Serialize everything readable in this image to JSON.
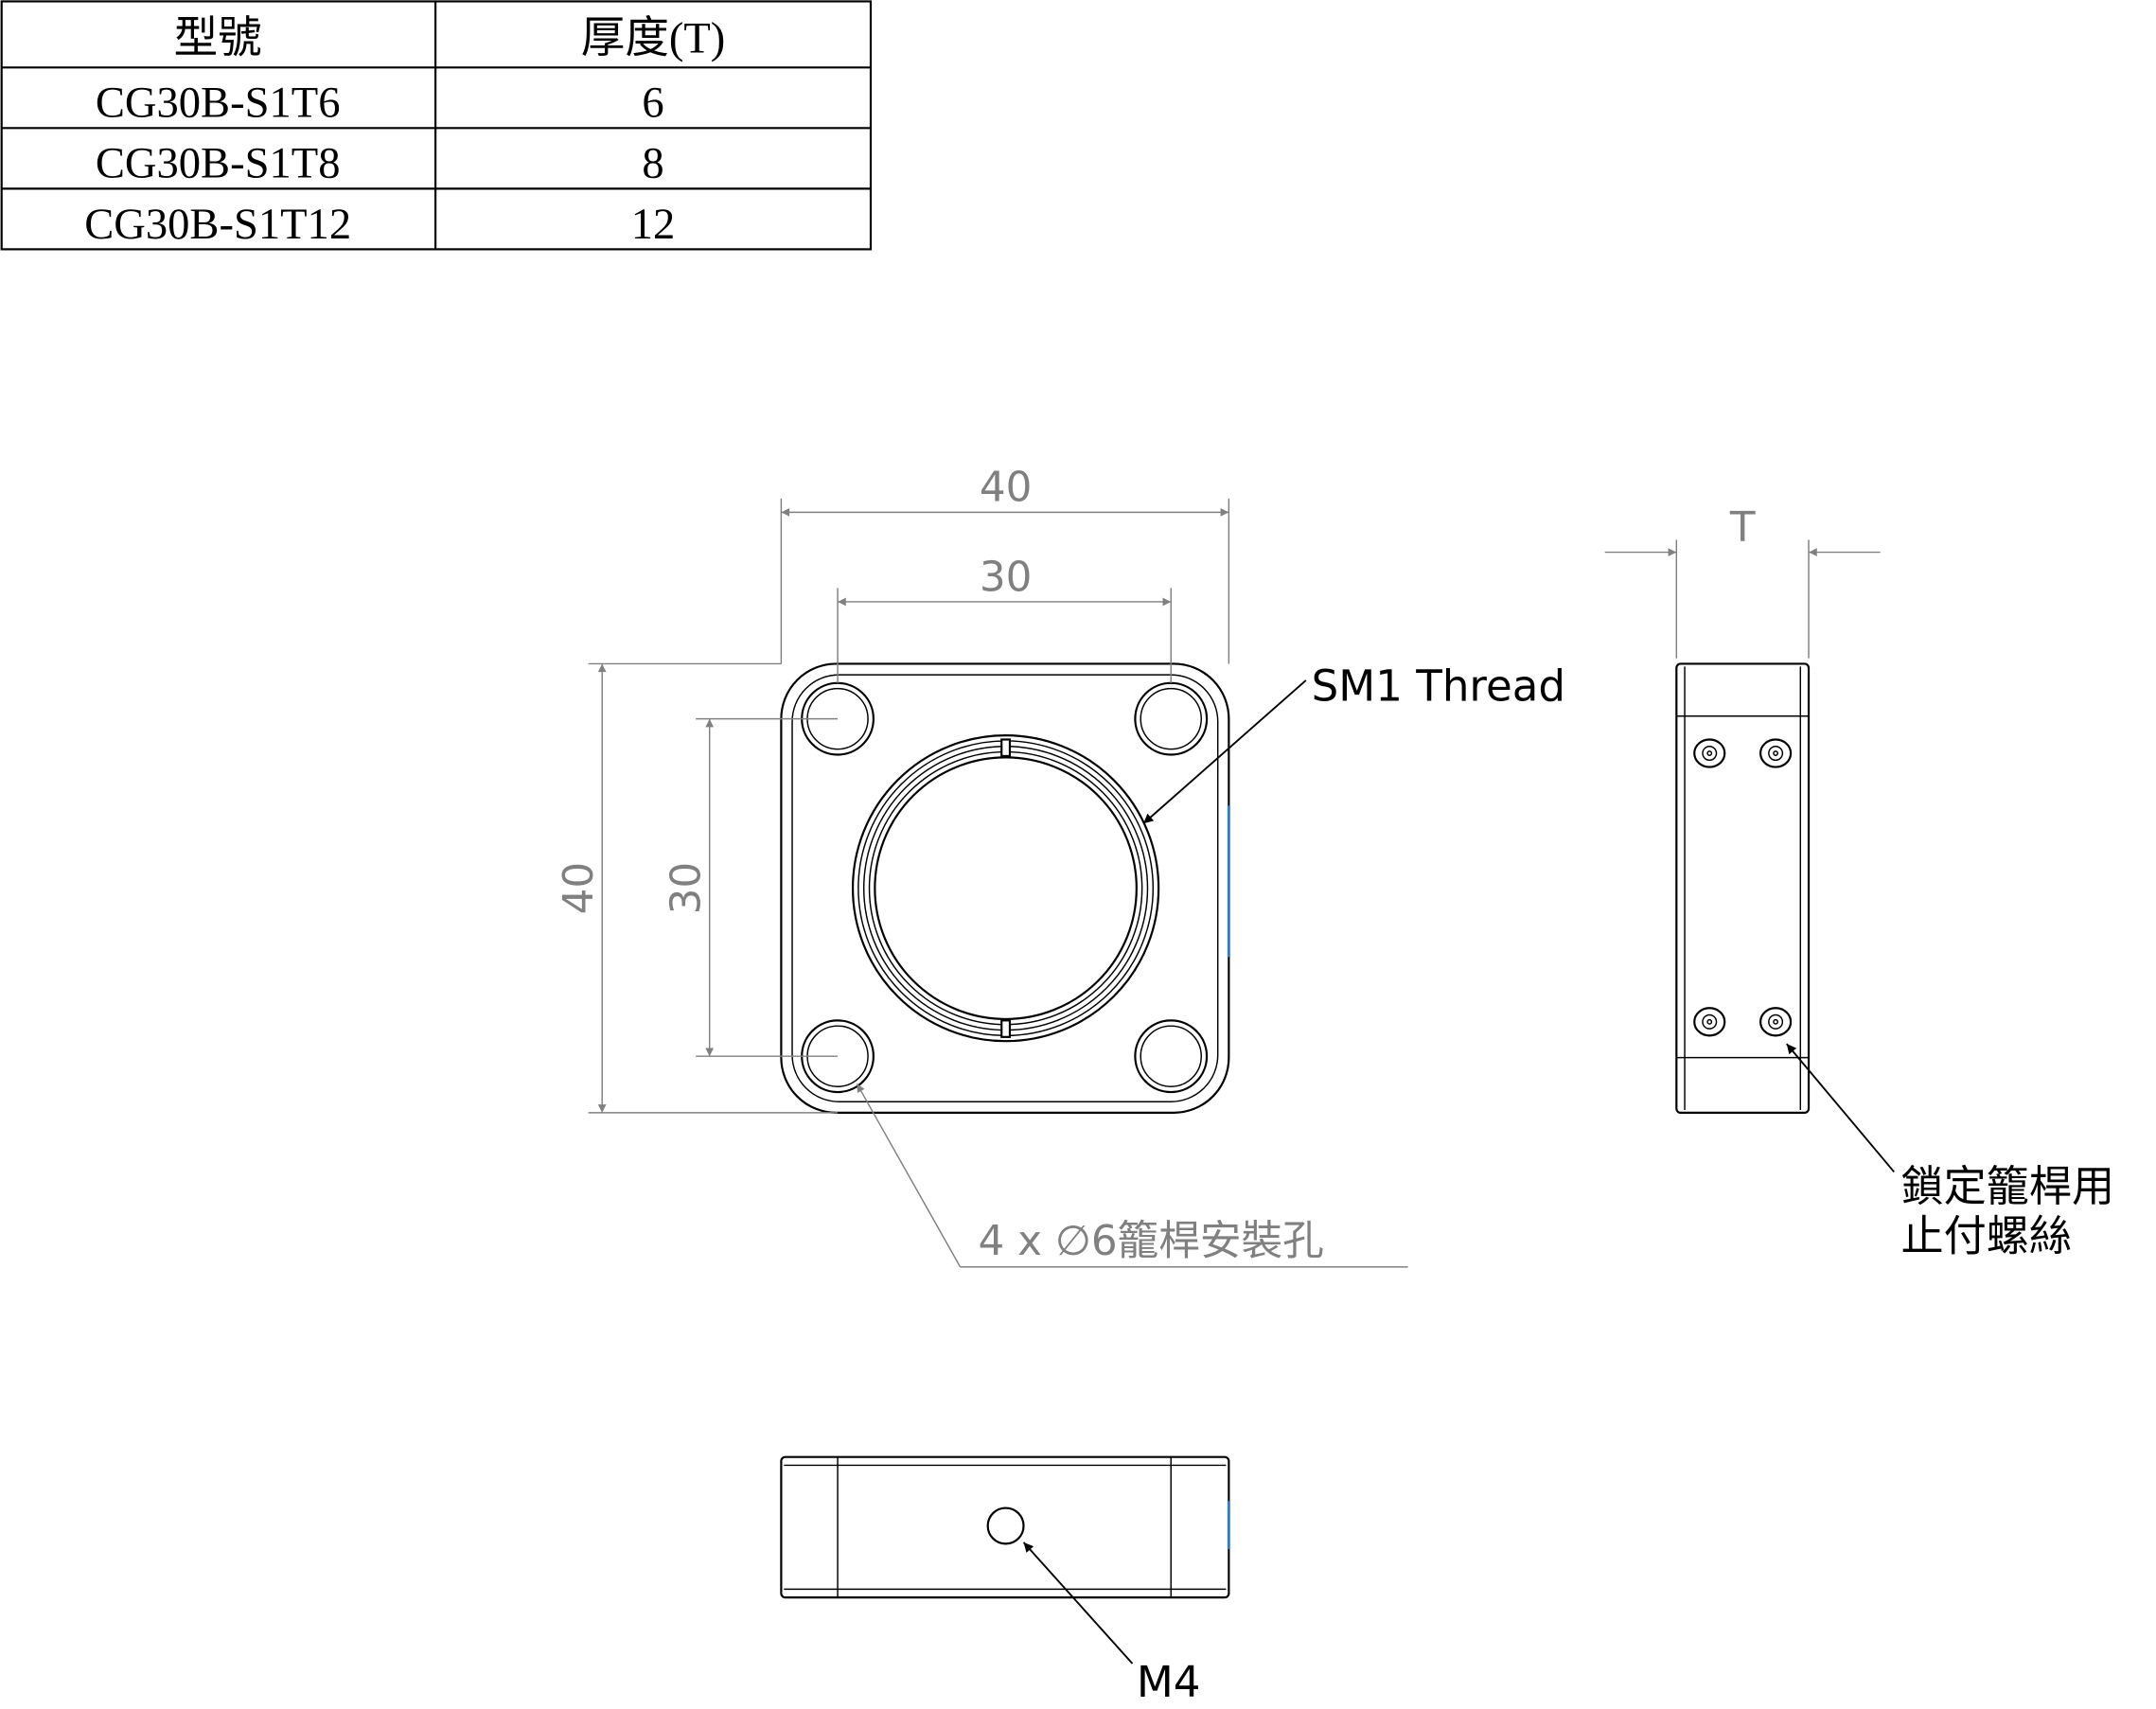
{
  "table": {
    "headers": [
      "型號",
      "厚度(T)"
    ],
    "rows": [
      [
        "CG30B-S1T6",
        "6"
      ],
      [
        "CG30B-S1T8",
        "8"
      ],
      [
        "CG30B-S1T12",
        "12"
      ]
    ]
  },
  "front_view": {
    "dim_outer_width": "40",
    "dim_hole_spacing_x": "30",
    "dim_outer_height": "40",
    "dim_hole_spacing_y": "30",
    "thread_label": "SM1 Thread",
    "hole_label": "4 x ∅6籠桿安裝孔"
  },
  "side_view": {
    "dim_thickness": "T",
    "screw_label_line1": "鎖定籠桿用",
    "screw_label_line2": "止付螺絲"
  },
  "bottom_view": {
    "tap_label": "M4"
  },
  "colors": {
    "line": "#000000",
    "dimension": "#808080",
    "accent": "#2a7fd4"
  }
}
